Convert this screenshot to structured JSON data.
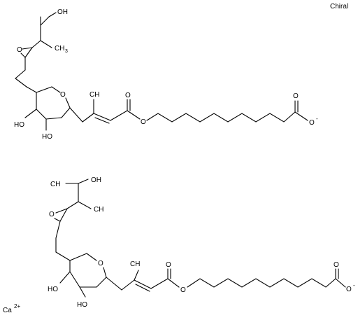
{
  "chirality_flag": "Chiral",
  "counter_ion": {
    "symbol": "Ca",
    "charge": "2+"
  },
  "molecule": {
    "hydroxyl": "HO",
    "hydroxyl_right": "OH",
    "ring_oxygen": "O",
    "methyl": "CH",
    "methyl_sub": "3",
    "carboxylate_oxygen": "O",
    "carboxylate_charge": "-",
    "ester_oxygen": "O",
    "carbonyl_oxygen": "O"
  }
}
